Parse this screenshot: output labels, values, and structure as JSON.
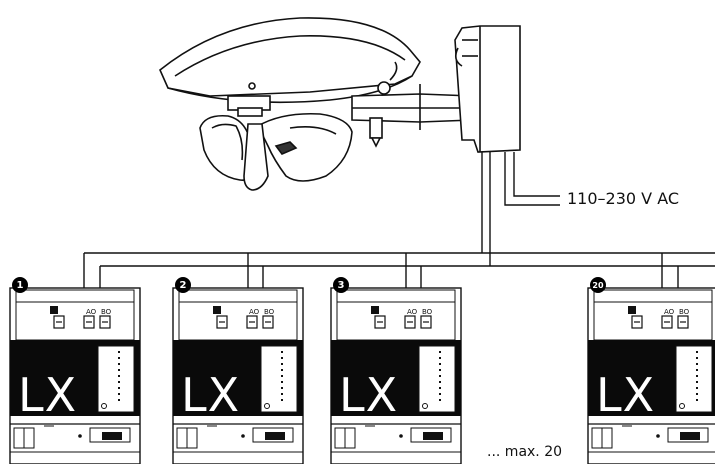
{
  "supply_label": "110–230 V AC",
  "footer_label": "... max. 20",
  "modules": [
    {
      "number": "1",
      "logo": "LX",
      "port_a": "AO",
      "port_b": "BO"
    },
    {
      "number": "2",
      "logo": "LX",
      "port_a": "AO",
      "port_b": "BO"
    },
    {
      "number": "3",
      "logo": "LX",
      "port_a": "AO",
      "port_b": "BO"
    },
    {
      "number": "20",
      "logo": "LX",
      "port_a": "AO",
      "port_b": "BO"
    }
  ],
  "icons": {
    "sensor": "light-sensor-icon",
    "module": "din-rail-module-icon"
  }
}
